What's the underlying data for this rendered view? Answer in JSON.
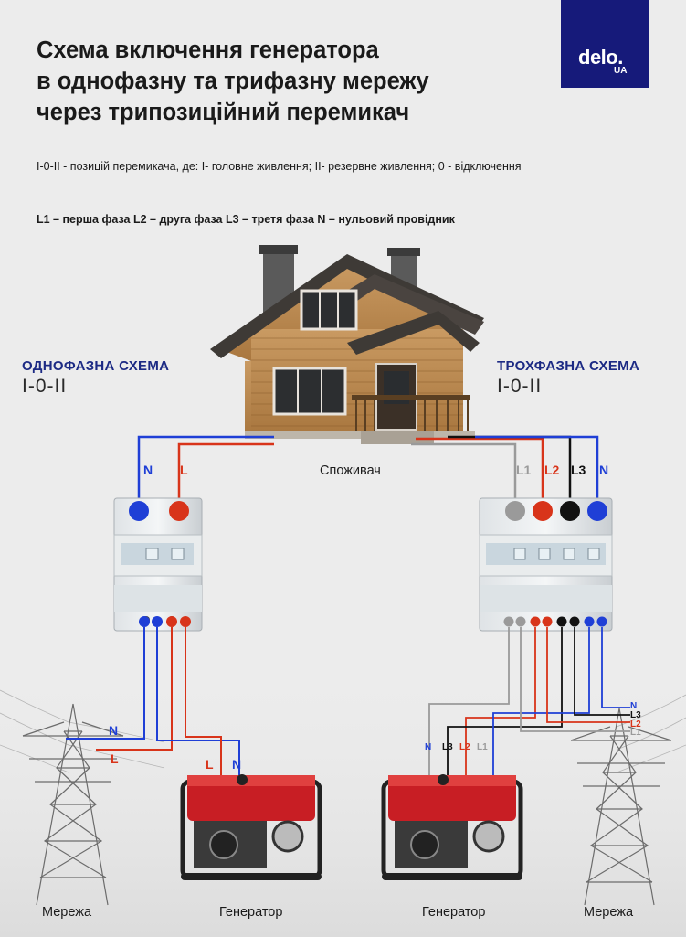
{
  "title_lines": [
    "Схема включення генератора",
    "в однофазну та трифазну мережу",
    "через трипозиційний перемикач"
  ],
  "logo": {
    "main": "delo.",
    "sub": "UA"
  },
  "legend_positions": "I-0-II - позицій перемикача, де: I- головне живлення; II- резервне живлення; 0 - відключення",
  "legend_phases": "L1 – перша фаза   L2 – друга фаза   L3 – третя фаза   N – нульовий провідник",
  "single_phase": {
    "title": "ОДНОФАЗНА СХЕМА",
    "positions": "I-0-II"
  },
  "three_phase": {
    "title": "ТРОХФАЗНА СХЕМА",
    "positions": "I-0-II"
  },
  "consumer_label": "Споживач",
  "wire_labels": {
    "n": "N",
    "l": "L",
    "l1": "L1",
    "l2": "L2",
    "l3": "L3"
  },
  "captions": {
    "grid": "Мережа",
    "generator": "Генератор"
  },
  "colors": {
    "neutral": "#1f3fd6",
    "phase": "#d8341a",
    "l1": "#9a9a9a",
    "l2": "#d8341a",
    "l3": "#111111",
    "brand": "#161a7a"
  }
}
